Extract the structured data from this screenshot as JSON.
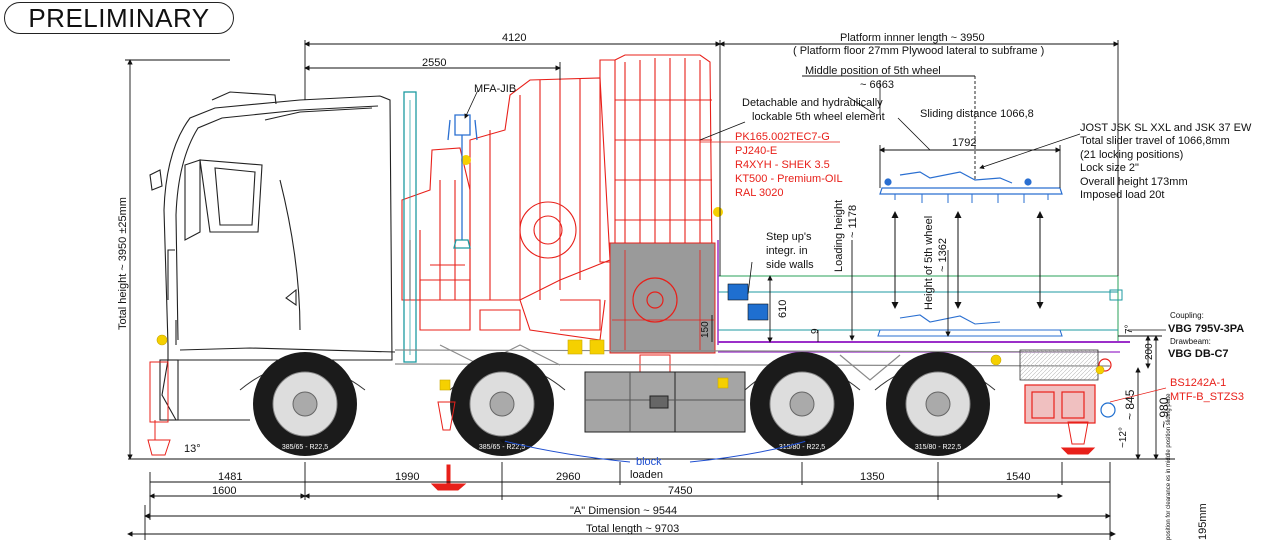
{
  "header": {
    "badge": "PRELIMINARY"
  },
  "labels": {
    "total_height": "Total height ~ 3950 ±25mm",
    "mfa_jib": "MFA-JIB",
    "dim_4120": "4120",
    "dim_2550": "2550",
    "platform_inner": "Platform innner length ~ 3950",
    "platform_floor": "( Platform floor 27mm Plywood lateral to subframe )",
    "middle_5th": "Middle position of 5th wheel",
    "dim_6663": "~ 6663",
    "detachable_1": "Detachable and hydraulically",
    "detachable_2": "lockable 5th wheel element",
    "sliding_distance": "Sliding distance 1066,8",
    "dim_1792": "1792",
    "loading_height": "Loading height",
    "dim_1178": "~ 1178",
    "height_5th": "Height of 5th wheel",
    "dim_1362": "~ 1362",
    "step_1": "Step up's",
    "step_2": "integr. in",
    "step_3": "side walls",
    "dim_610": "610",
    "dim_9": "9",
    "dim_150": "150",
    "dim_200": "200",
    "dim_7": "7°",
    "dim_980": "~ 980",
    "dim_845": "~ 845",
    "dim_12": "~12°",
    "dim_13": "13°",
    "dim_1481": "1481",
    "dim_1990": "1990",
    "dim_2960": "2960",
    "dim_1350": "1350",
    "dim_1540": "1540",
    "dim_1600": "1600",
    "dim_7450": "7450",
    "block": "block",
    "loaden": "loaden",
    "a_dimension": "\"A\" Dimension ~ 9544",
    "total_length": "Total length ~ 9703",
    "side_195": "195mm",
    "side_note": "position for clearance\nes in middle position\nsliding plate",
    "tyre_front": "385/65 - R22,5",
    "tyre_rear": "315/80 - R22,5"
  },
  "crane_spec": [
    "PK165.002TEC7-G",
    "PJ240-E",
    "R4XYH - SHEK 3.5",
    "KT500 - Premium-OIL",
    "RAL 3020"
  ],
  "jost_spec": [
    "JOST JSK SL XXL and JSK 37 EW",
    "Total slider travel of 1066,8mm",
    "(21 locking positions)",
    "Lock size 2\"",
    "Overall height 173mm",
    "Imposed load 20t"
  ],
  "coupling": {
    "title": "Coupling:",
    "model": "VBG 795V-3PA",
    "drawbeam_title": "Drawbeam:",
    "drawbeam_model": "VBG DB-C7"
  },
  "bs_spec": [
    "BS1242A-1",
    "MTF-B_STZS3"
  ],
  "colors": {
    "crane": "#e8201a",
    "dim": "#1a1a1a",
    "jib": "#2a6fd1",
    "teal": "#1c9aa0",
    "purple": "#9b2fc9",
    "grey": "#8a8a8a",
    "yellow": "#f5d000",
    "blue_box": "#1f6fd0"
  }
}
